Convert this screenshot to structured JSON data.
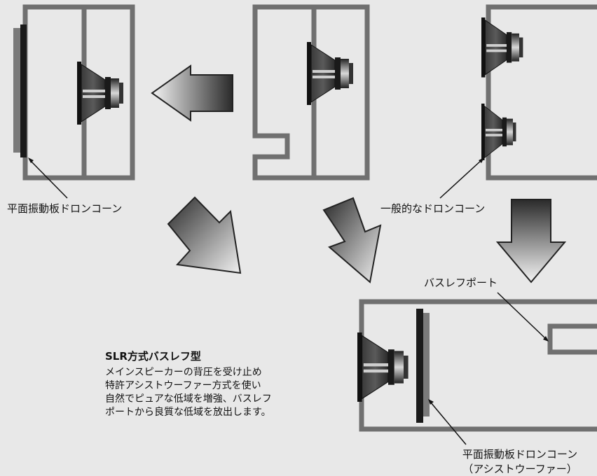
{
  "labels": {
    "flat_drone_left": "平面振動板ドロンコーン",
    "general_drone": "一般的なドロンコーン",
    "bass_reflex_port": "バスレフポート",
    "flat_drone_bottom": "平面振動板ドロンコーン",
    "assist_woofer": "（アシストウーファー）"
  },
  "description": {
    "title": "SLR方式バスレフ型",
    "lines": [
      "メインスピーカーの背圧を受け止め",
      "特許アシストウーファー方式を使い",
      "自然でピュアな低域を増強、バスレフ",
      "ポートから良質な低域を放出します。"
    ]
  },
  "colors": {
    "background": "#e8e8e8",
    "wall": "#707070",
    "panel_dark": "#1a1a1a",
    "panel_grey": "#7a7a7a"
  }
}
